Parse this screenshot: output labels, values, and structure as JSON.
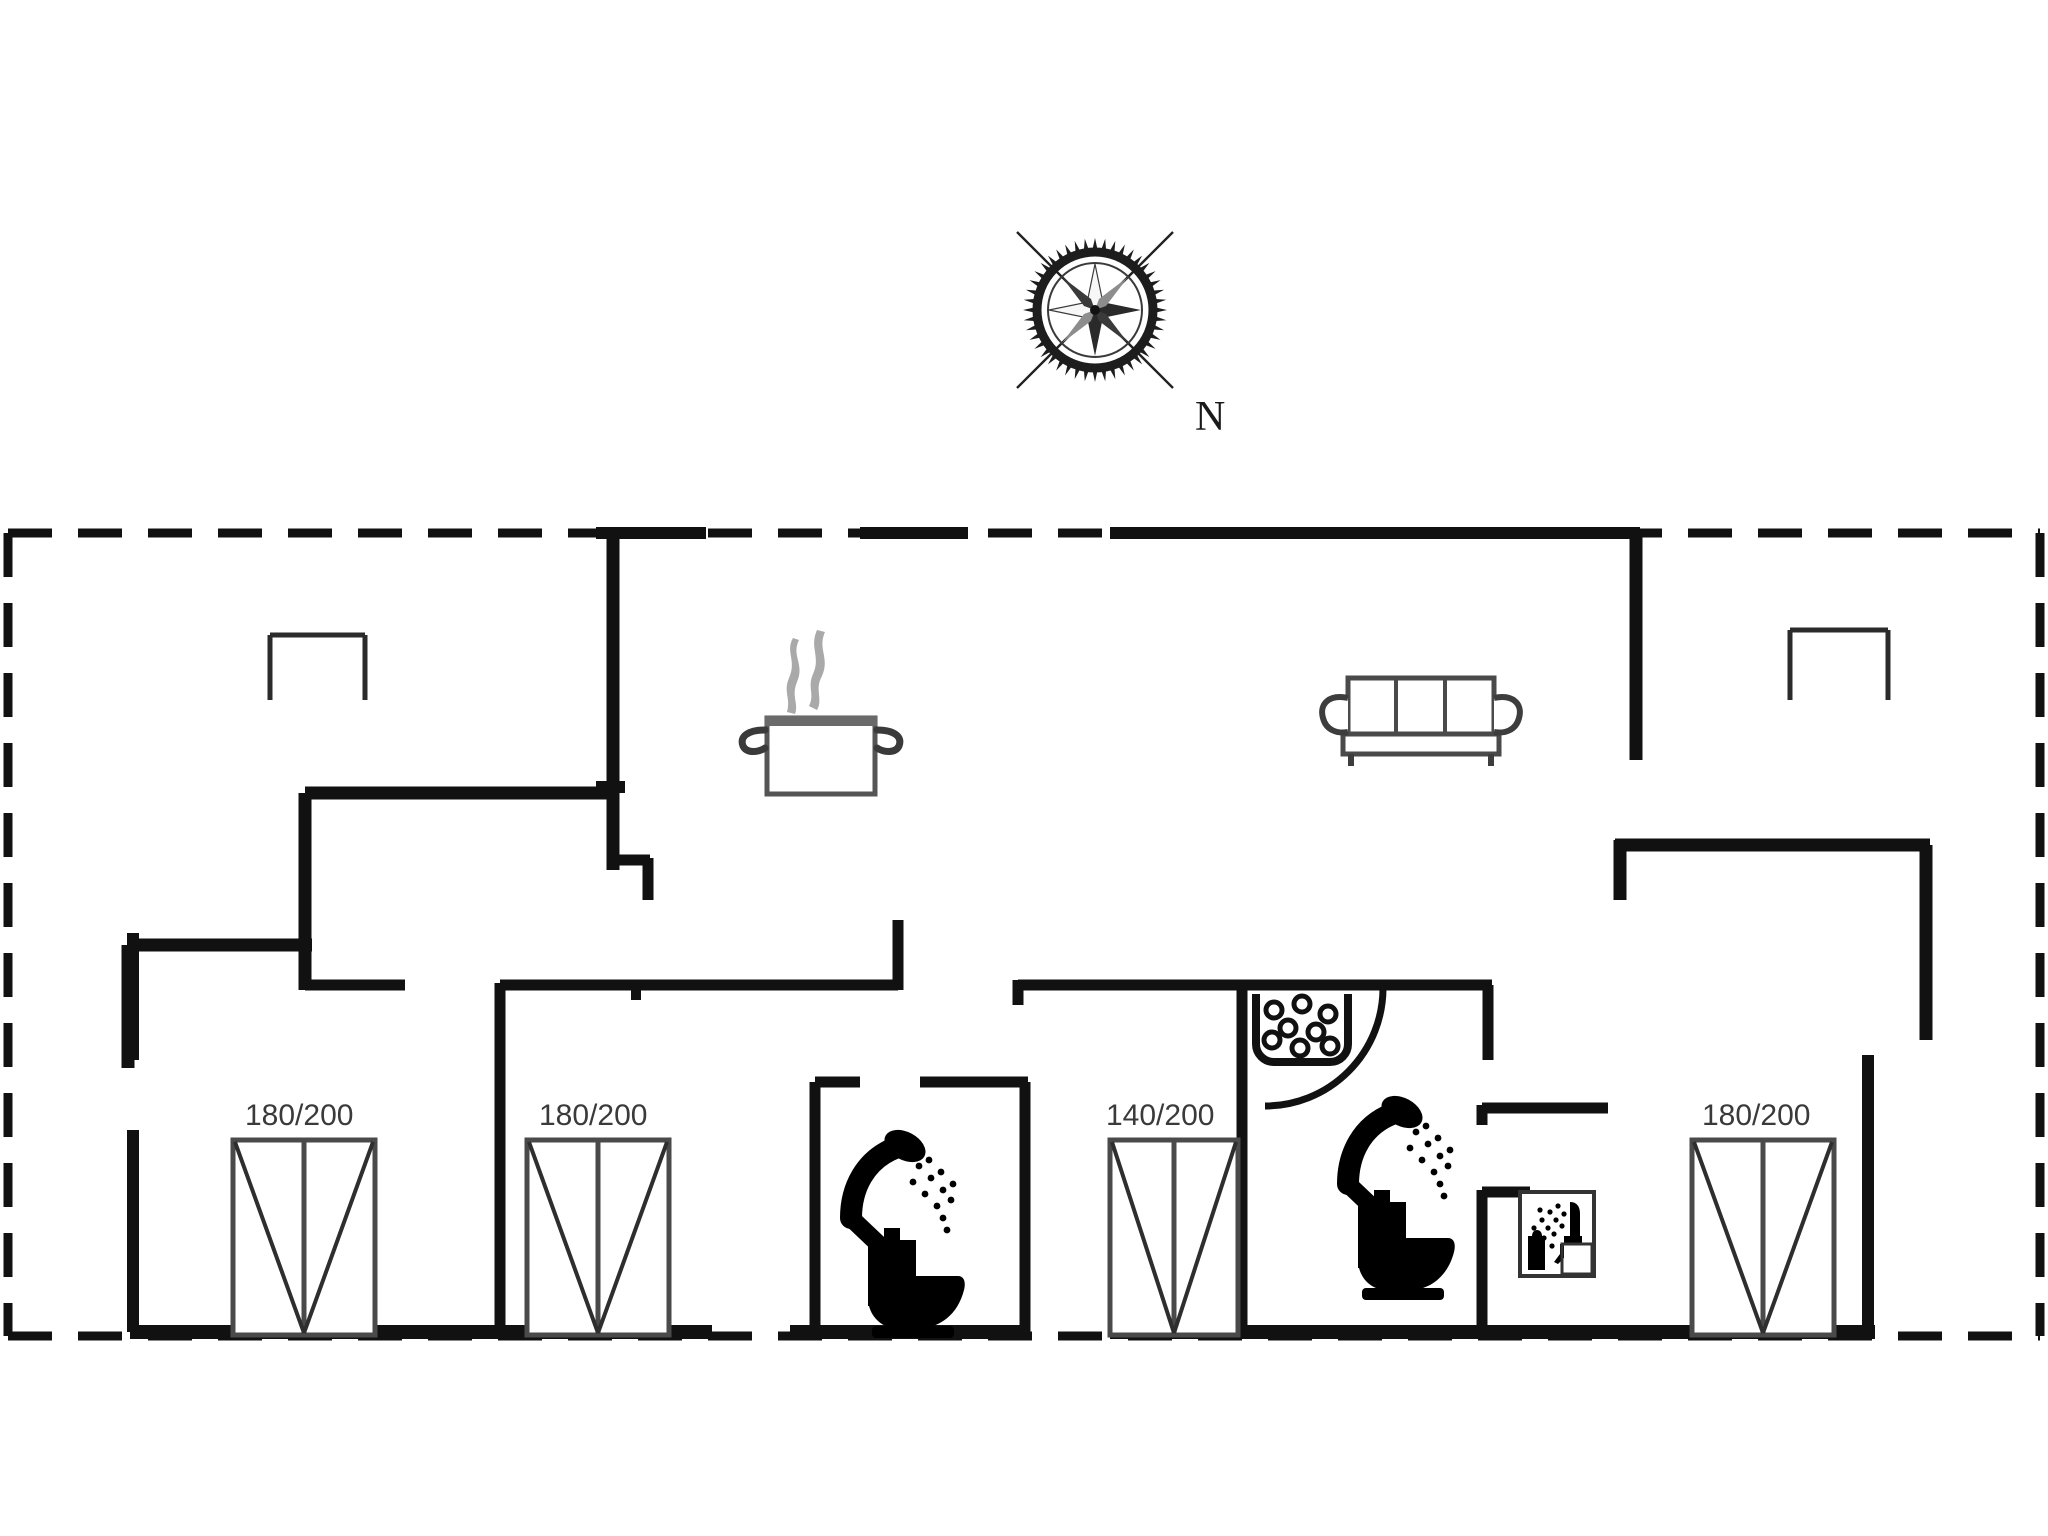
{
  "plan": {
    "title": "Holiday house floor plan",
    "compass": {
      "name": "compass-rose",
      "north_label": "N"
    },
    "colors": {
      "wall": "#111111",
      "thin_line": "#2b2b2b",
      "label_text": "#3a3a3a",
      "steam": "#a8a8a8",
      "background": "#ffffff"
    },
    "beds": [
      {
        "id": "bed-1",
        "label": "180/200",
        "room": "bedroom-left-1"
      },
      {
        "id": "bed-2",
        "label": "180/200",
        "room": "bedroom-left-2"
      },
      {
        "id": "bed-3",
        "label": "140/200",
        "room": "bedroom-center"
      },
      {
        "id": "bed-4",
        "label": "180/200",
        "room": "bedroom-right"
      }
    ],
    "fixtures": [
      {
        "id": "cooking-pot-icon",
        "name": "cooking-pot-icon",
        "room": "kitchen"
      },
      {
        "id": "sofa-icon",
        "name": "sofa-icon",
        "room": "living-room"
      },
      {
        "id": "shower-icon-left",
        "name": "shower-icon",
        "room": "bathroom-left"
      },
      {
        "id": "toilet-icon-left",
        "name": "toilet-icon",
        "room": "bathroom-left"
      },
      {
        "id": "shower-icon-right",
        "name": "shower-icon",
        "room": "bathroom-right"
      },
      {
        "id": "toilet-icon-right",
        "name": "toilet-icon",
        "room": "bathroom-right"
      },
      {
        "id": "washing-machine-icon",
        "name": "washing-machine-icon",
        "room": "bathroom-right"
      },
      {
        "id": "sauna-icon",
        "name": "sauna-icon",
        "room": "sauna"
      },
      {
        "id": "wardrobe-left",
        "name": "wardrobe-icon",
        "room": "bedroom-left-1"
      },
      {
        "id": "wardrobe-right",
        "name": "wardrobe-icon",
        "room": "bedroom-right"
      },
      {
        "id": "door-swing-arc",
        "name": "door-swing-icon",
        "room": "bathroom-right"
      }
    ],
    "legend": {
      "bed_size_format": "width/length in cm",
      "boundary_style": "dashed",
      "wall_style": "solid"
    }
  }
}
